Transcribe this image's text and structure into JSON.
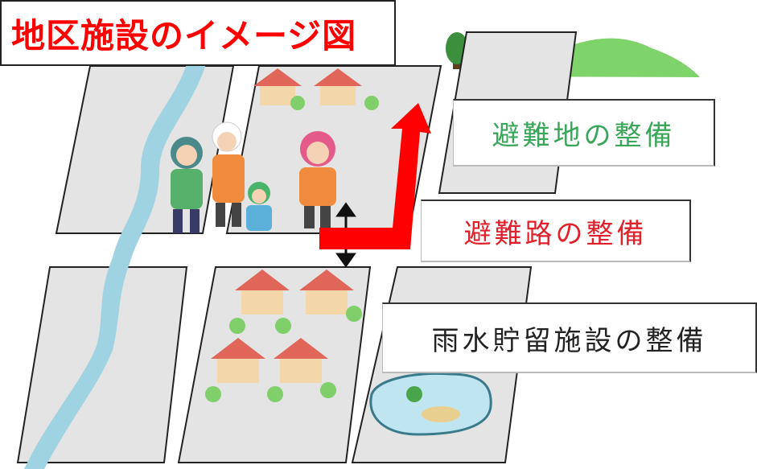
{
  "title": "地区施設のイメージ図",
  "labels": {
    "shelter": "避難地の整備",
    "route": "避難路の整備",
    "rainwater": "雨水貯留施設の整備"
  },
  "colors": {
    "title_text": "#ff0000",
    "shelter_text": "#3aa65a",
    "route_text": "#e0202a",
    "rainwater_text": "#222222",
    "arrow": "#ff0000",
    "river": "#9fd3e2",
    "block": "#e4e4e4",
    "hill": "#7ed36a"
  },
  "icons": {
    "evacuating_family": "family-icon",
    "houses": "house-icon",
    "arrow": "arrow-up-icon",
    "pond": "pond-icon",
    "hill": "hill-icon"
  }
}
